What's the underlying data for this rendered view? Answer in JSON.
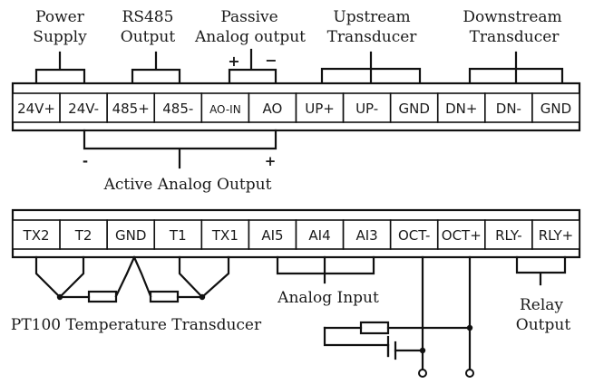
{
  "top_groups": {
    "power": [
      "Power",
      "Supply"
    ],
    "rs485": [
      "RS485",
      "Output"
    ],
    "passive": [
      "Passive",
      "Analog output"
    ],
    "upstream": [
      "Upstream",
      "Transducer"
    ],
    "downstream": [
      "Downstream",
      "Transducer"
    ]
  },
  "top_terminals": [
    "24V+",
    "24V-",
    "485+",
    "485-",
    "AO-IN",
    "AO",
    "UP+",
    "UP-",
    "GND",
    "DN+",
    "DN-",
    "GND"
  ],
  "top_signs": {
    "passive_plus": "+",
    "passive_minus": "−",
    "active_minus": "-",
    "active_plus": "+"
  },
  "active_label": "Active Analog Output",
  "bottom_terminals": [
    "TX2",
    "T2",
    "GND",
    "T1",
    "TX1",
    "AI5",
    "AI4",
    "AI3",
    "OCT-",
    "OCT+",
    "RLY-",
    "RLY+"
  ],
  "bottom_labels": {
    "pt100": "PT100 Temperature Transducer",
    "analog_input": "Analog Input",
    "relay": [
      "Relay",
      "Output"
    ]
  }
}
